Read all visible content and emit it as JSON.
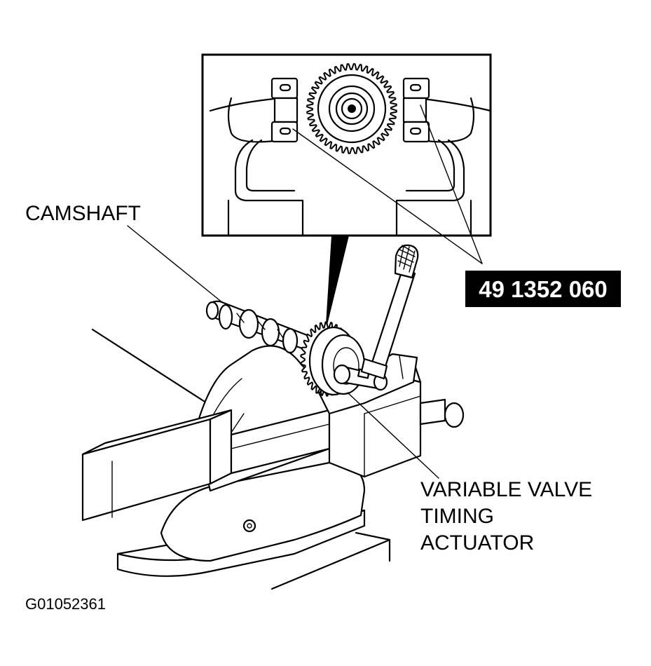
{
  "labels": {
    "camshaft": "CAMSHAFT",
    "tool_number": "49 1352 060",
    "actuator_line1": "VARIABLE VALVE",
    "actuator_line2": "TIMING",
    "actuator_line3": "ACTUATOR",
    "figure_id": "G01052361"
  },
  "colors": {
    "ink": "#000000",
    "paper": "#ffffff",
    "callout_box": "#000000",
    "callout_text": "#ffffff"
  }
}
